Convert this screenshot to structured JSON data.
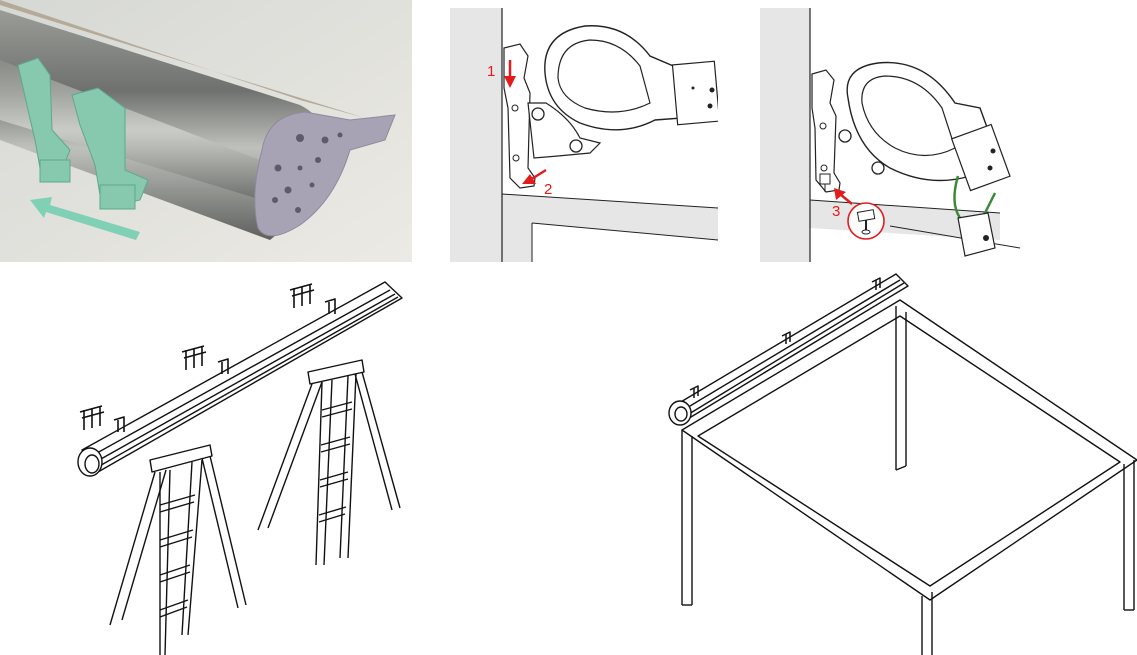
{
  "steps": {
    "step1": "1",
    "step2": "2",
    "step3": "3"
  },
  "colors": {
    "arrow_red": "#e31b1b",
    "guide_arrow": "#7fd0b4",
    "bracket_green": "#86c9ae",
    "wire_green": "#3a8a3a",
    "wall_grey": "#e6e6e6"
  }
}
